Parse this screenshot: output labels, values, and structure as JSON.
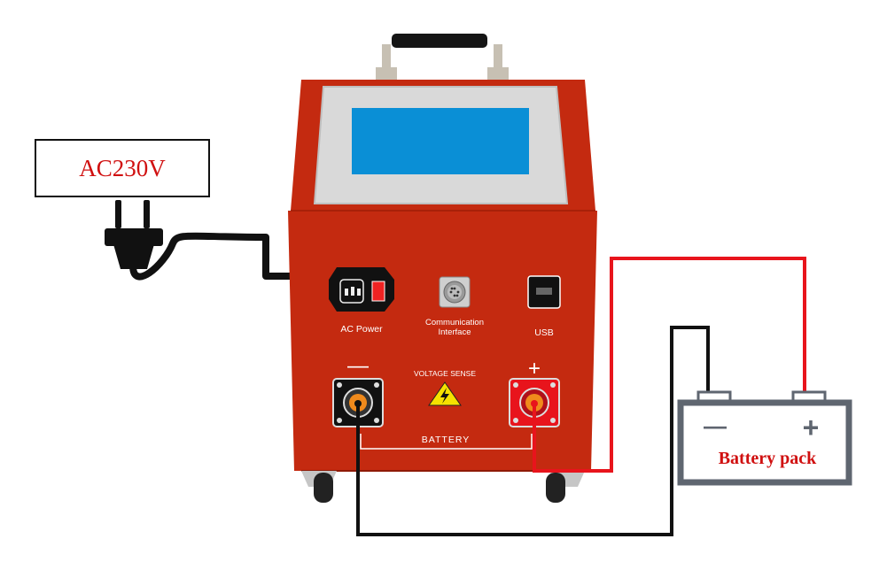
{
  "source_label": "AC230V",
  "panel": {
    "ac_power_label": "AC Power",
    "communication_label_line1": "Communication",
    "communication_label_line2": "Interface",
    "usb_label": "USB",
    "voltage_sense_label": "VOLTAGE SENSE",
    "battery_label": "BATTERY",
    "negative_symbol": "—",
    "positive_symbol": "+"
  },
  "battery_pack": {
    "label": "Battery pack",
    "negative_symbol": "—",
    "positive_symbol": "+"
  },
  "colors": {
    "housing": "#c42a10",
    "housing_dark": "#a82009",
    "screen": "#0a8fd6",
    "screen_frame": "#d9d9d9",
    "positive_wire": "#e8141c",
    "negative_wire": "#111111",
    "battery_body": "#5f6670",
    "terminal_center": "#f08a1c",
    "label_red": "#d01010"
  }
}
